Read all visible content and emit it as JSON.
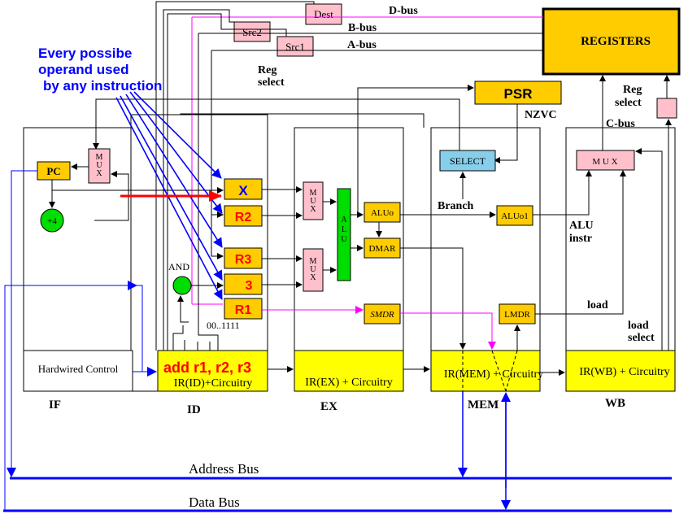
{
  "labels": {
    "registers": "REGISTERS",
    "psr": "PSR",
    "nzvc": "NZVC",
    "select": "SELECT",
    "branch": "Branch",
    "dest": "Dest",
    "src1": "Src1",
    "src2": "Src2",
    "d_bus": "D-bus",
    "b_bus": "B-bus",
    "a_bus": "A-bus",
    "c_bus": "C-bus",
    "reg_select_1": "Reg",
    "reg_select_2": "select",
    "reg_select_right_1": "Reg",
    "reg_select_right_2": "select",
    "annotation_1": "Every possibe",
    "annotation_2": "operand used",
    "annotation_3": "by any instruction",
    "pc": "PC",
    "plus4": "+4",
    "mux": "M U X",
    "and_label": "AND",
    "op_x": "X",
    "op_r2": "R2",
    "op_r3": "R3",
    "op_3": "3",
    "op_r1": "R1",
    "bits": "00..1111",
    "alu": "A L U",
    "aluo": "ALUo",
    "aluo1": "ALUo1",
    "dmar": "DMAR",
    "smdr": "SMDR",
    "lmdr": "LMDR",
    "alu_instr_1": "ALU",
    "alu_instr_2": "instr",
    "load": "load",
    "load_select_1": "load",
    "load_select_2": "select",
    "hardwired": "Hardwired Control",
    "instr_text": "add r1, r2, r3",
    "ir_id": "IR(ID)+Circuitry",
    "ir_ex": "IR(EX) + Circuitry",
    "ir_mem": "IR(MEM) + Circuitry",
    "ir_wb": "IR(WB) + Circuitry",
    "stage_if": "IF",
    "stage_id": "ID",
    "stage_ex": "EX",
    "stage_mem": "MEM",
    "stage_wb": "WB",
    "address_bus": "Address Bus",
    "data_bus": "Data Bus"
  },
  "colors": {
    "yellow": "#ffff00",
    "gold": "#ffcc00",
    "pink": "#ffc0cb",
    "lightblue": "#87ceeb",
    "green": "#00dd00",
    "blue": "#0000ff",
    "red": "#ff0000",
    "magenta": "#ff00ff"
  }
}
